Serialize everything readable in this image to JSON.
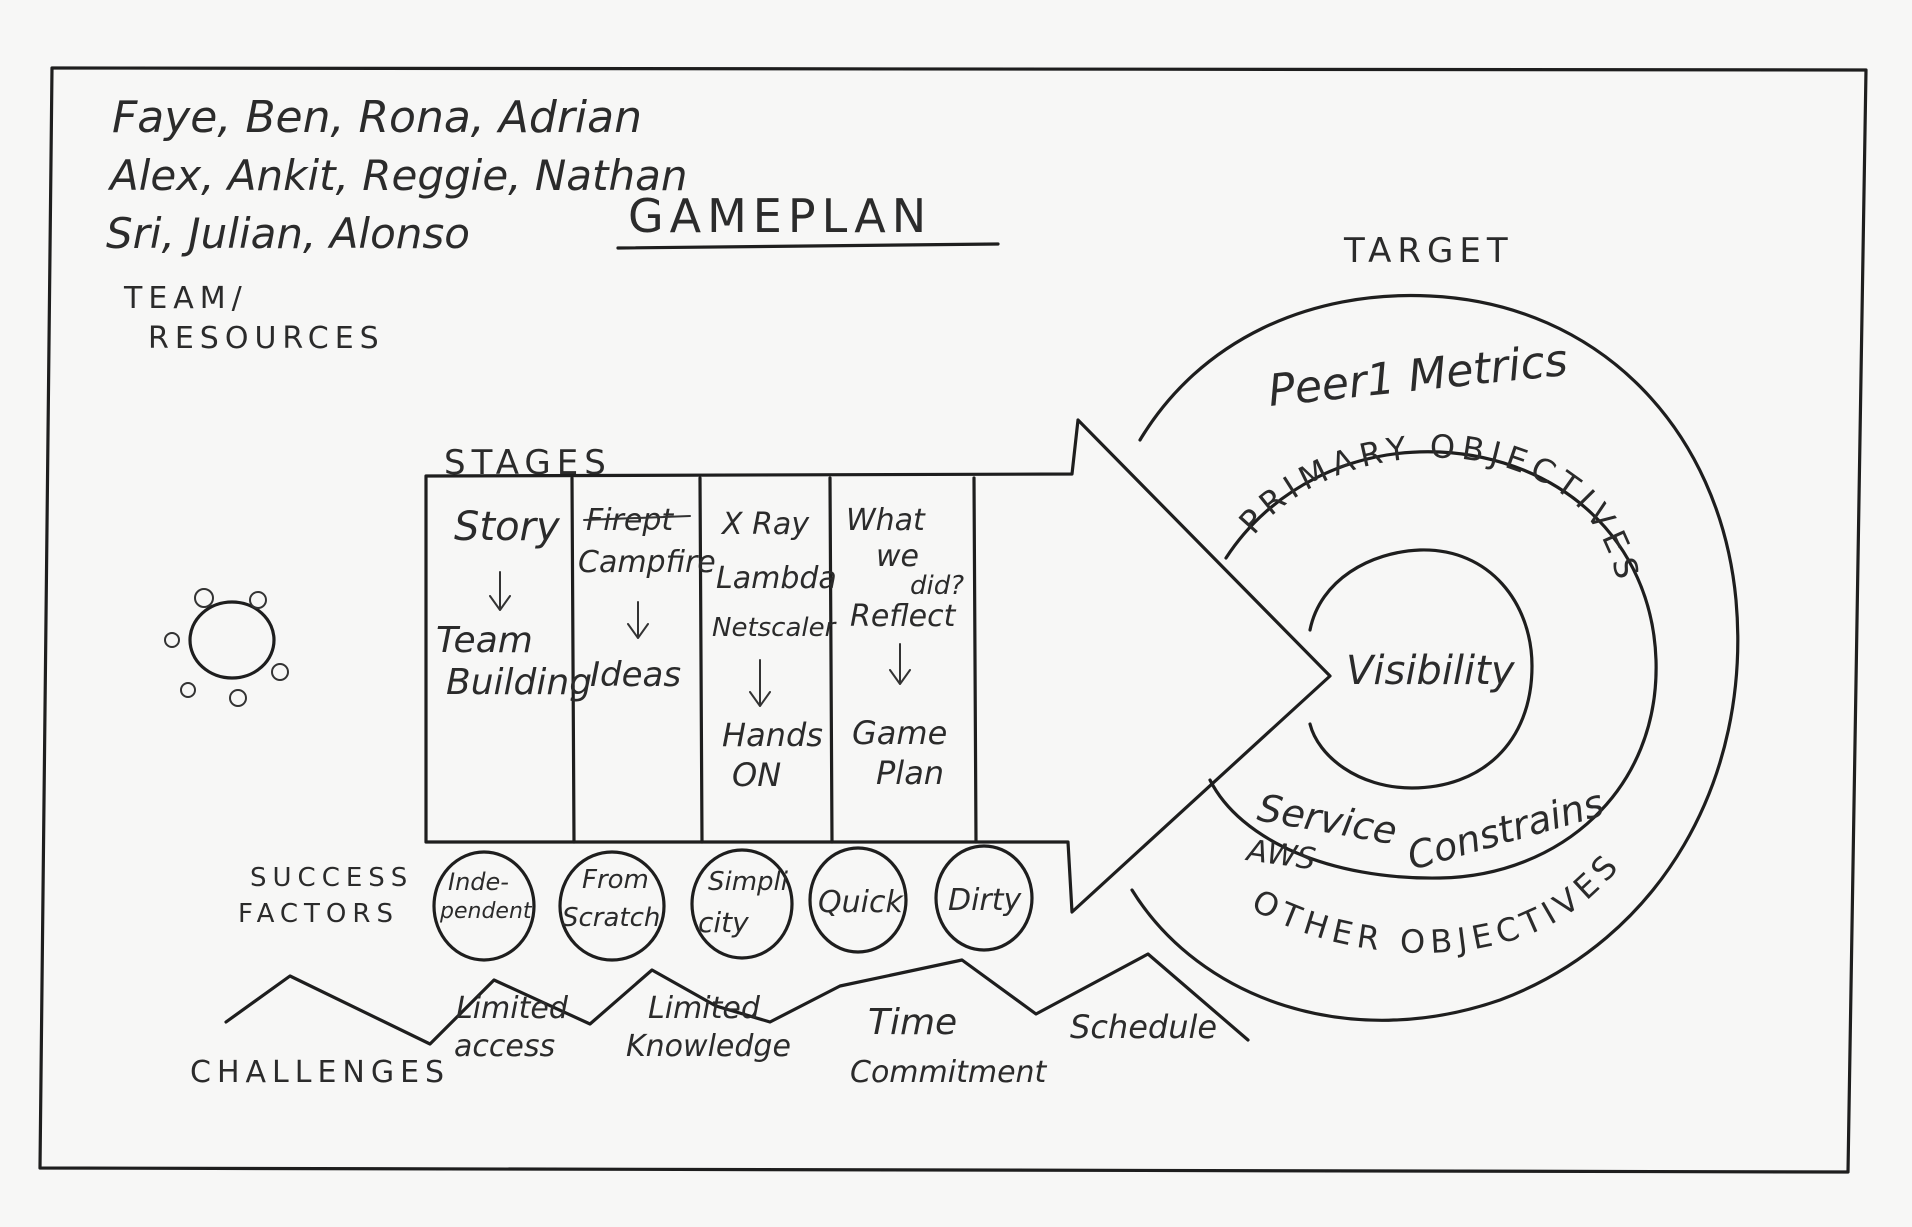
{
  "title": "GAMEPLAN",
  "team": {
    "lines": [
      "Faye, Ben, Rona, Adrian",
      "Alex, Ankit, Reggie, Nathan",
      "Sri, Julian, Alonso"
    ],
    "label_lines": [
      "TEAM/",
      "RESOURCES"
    ]
  },
  "stages": {
    "label": "STAGES",
    "columns": [
      {
        "top": [
          "Story"
        ],
        "bottom": [
          "Team",
          "Building"
        ]
      },
      {
        "top_struck": "Firept",
        "top": [
          "Campfire"
        ],
        "bottom": [
          "Ideas"
        ]
      },
      {
        "top": [
          "X Ray",
          "Lambda",
          "Netscaler"
        ],
        "bottom": [
          "Hands",
          "ON"
        ]
      },
      {
        "top": [
          "What",
          "we",
          "did?",
          "Reflect"
        ],
        "bottom": [
          "Game",
          "Plan"
        ]
      }
    ]
  },
  "success_factors": {
    "label_lines": [
      "SUCCESS",
      "FACTORS"
    ],
    "items": [
      [
        "Inde-",
        "pendent"
      ],
      [
        "From",
        "Scratch"
      ],
      [
        "Simpli",
        "city"
      ],
      [
        "Quick"
      ],
      [
        "Dirty"
      ]
    ]
  },
  "challenges": {
    "label": "CHALLENGES",
    "items": [
      [
        "Limited",
        "access"
      ],
      [
        "Limited",
        "Knowledge"
      ],
      [
        "Time",
        "Commitment"
      ],
      [
        "Schedule"
      ]
    ]
  },
  "target": {
    "label": "TARGET",
    "outer": "Peer1 Metrics",
    "primary_objectives": "PRIMARY OBJECTIVES",
    "other_objectives": "OTHER OBJECTIVES",
    "center": "Visibility",
    "service_lines": [
      "Service",
      "AWS"
    ],
    "constraints": "Constrains"
  },
  "colors": {
    "paper": "#f7f7f6",
    "ink": "#1e1e1e"
  }
}
